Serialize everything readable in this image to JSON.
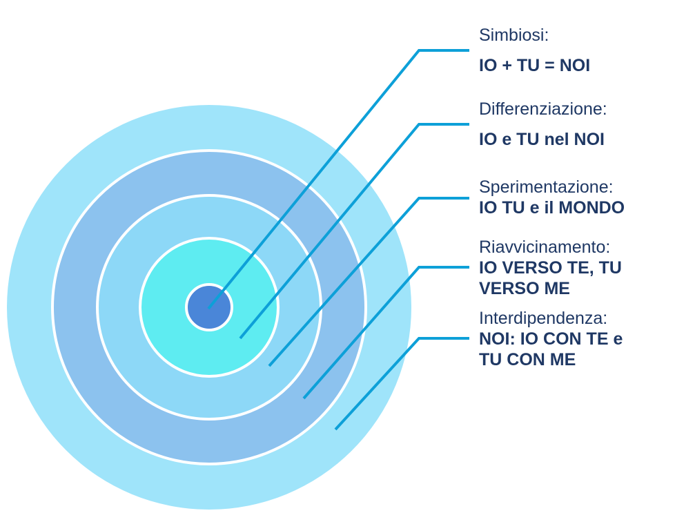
{
  "colors": {
    "outer_ring": "#9fe4fa",
    "middle_ring": "#8cc2ee",
    "third_ring": "#8dd8f7",
    "inner_ring": "#5eecf1",
    "core": "#4a86d8",
    "separator": "#ffffff",
    "leader_line": "#0da0d8",
    "text": "#1f3864"
  },
  "stages": [
    {
      "title": "Simbiosi:",
      "subtitle": "IO + TU = NOI"
    },
    {
      "title": "Differenziazione:",
      "subtitle": "IO e TU nel NOI"
    },
    {
      "title": "Sperimentazione:",
      "subtitle": "IO TU e il MONDO"
    },
    {
      "title": "Riavvicinamento:",
      "subtitle": "IO VERSO TE, TU VERSO ME"
    },
    {
      "title": "Interdipendenza:",
      "subtitle": "NOI: IO CON TE e TU CON ME"
    }
  ]
}
